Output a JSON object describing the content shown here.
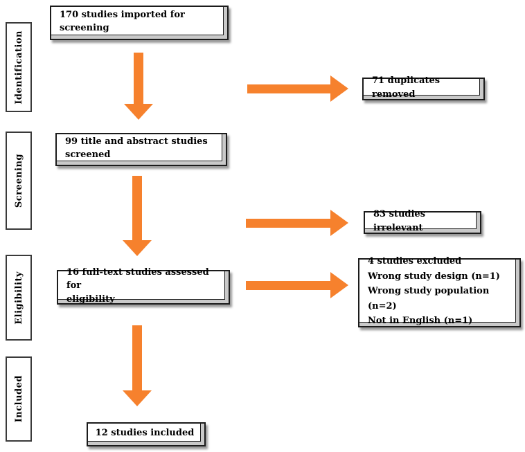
{
  "colors": {
    "arrow": "#F6812D",
    "box_border": "#1b1b1b",
    "bevel": "#c9c9c9",
    "shadow": "#9a9a9a",
    "sidebar_border": "#3a3a3a"
  },
  "sidebar": {
    "stages": [
      {
        "label": "Identification"
      },
      {
        "label": "Screening"
      },
      {
        "label": "Eligibility"
      },
      {
        "label": "Included"
      }
    ]
  },
  "flow": {
    "imported": {
      "text": "170 studies imported for screening"
    },
    "screened": {
      "text": "99 title and abstract studies\nscreened"
    },
    "fulltext": {
      "text": "16 full-text studies assessed for\neligibility"
    },
    "included": {
      "text": "12 studies included"
    }
  },
  "exclusions": {
    "duplicates": {
      "text": "71 duplicates removed"
    },
    "irrelevant": {
      "text": "83 studies irrelevant"
    },
    "excluded": {
      "lines": [
        "4 studies excluded",
        "Wrong study design (n=1)",
        "Wrong study population (n=2)",
        "Not in English (n=1)"
      ]
    }
  }
}
